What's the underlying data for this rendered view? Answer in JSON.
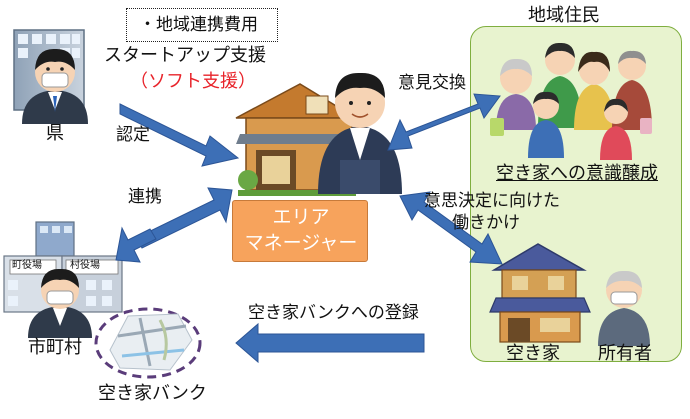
{
  "labels": {
    "cost_box": "・地域連携費用",
    "startup_support": "スタートアップ支援",
    "soft_support": "（ソフト支援）",
    "prefecture": "県",
    "certification": "認定",
    "cooperation": "連携",
    "municipality": "市町村",
    "akiya_bank": "空き家バンク",
    "area_manager_line1": "エリア",
    "area_manager_line2": "マネージャー",
    "opinion_exchange": "意見交換",
    "local_residents": "地域住民",
    "awareness": "空き家への意識醸成",
    "decision_line1": "意思決定に向けた",
    "decision_line2": "働きかけ",
    "bank_registration": "空き家バンクへの登録",
    "vacant_house": "空き家",
    "owner": "所有者"
  },
  "building_signs": {
    "town_hall": "町役場",
    "village_hall": "村役場"
  },
  "colors": {
    "arrow_fill": "#3d6fb6",
    "area_manager_box": "#f7a35c",
    "resident_panel": "#e8f3cf",
    "resident_border": "#7fae3f",
    "support_red": "#e8232a",
    "map_ring": "#5a3c7a"
  }
}
